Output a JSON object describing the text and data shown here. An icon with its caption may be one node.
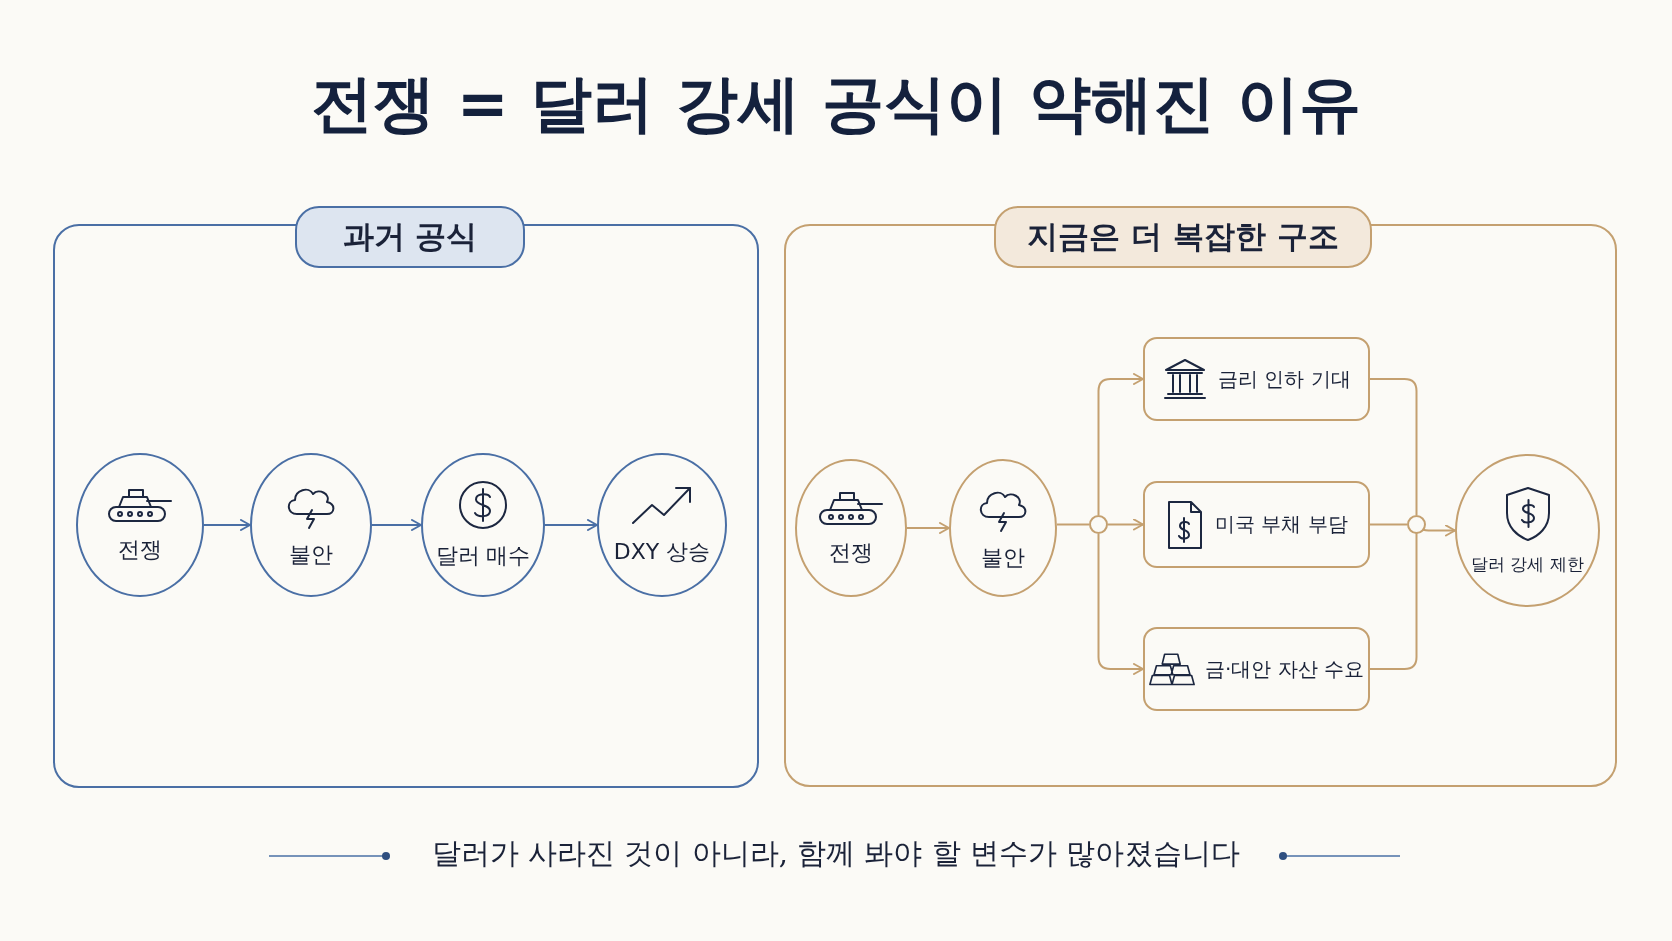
{
  "diagram": {
    "title": "전쟁 = 달러 강세 공식이 약해진 이유",
    "nodes": [
      {
        "text": [
          "과거 공식"
        ]
      },
      {
        "text": [
          "전쟁"
        ],
        "in": 0
      },
      {
        "text": [
          "불안"
        ],
        "in": 0
      },
      {
        "text": [
          "달러 매수"
        ],
        "in": 0
      },
      {
        "text": [
          "DXY 상승"
        ],
        "in": 0
      },
      {
        "text": [
          "지금은 더 복잡한 구조"
        ]
      },
      {
        "text": [
          "전쟁"
        ],
        "in": 5
      },
      {
        "text": [
          "불안"
        ],
        "in": 5
      },
      {
        "text": [],
        "shape": "circle",
        "in": 5
      },
      {
        "text": [
          "금리 인하 기대"
        ],
        "in": 5
      },
      {
        "text": [
          "미국 부채 부담"
        ],
        "in": 5
      },
      {
        "text": [
          "금·대안 자산 수요"
        ],
        "in": 5
      },
      {
        "text": [],
        "shape": "circle",
        "in": 5
      },
      {
        "text": [
          "달러 강세 제한"
        ],
        "in": 5
      }
    ],
    "edges": [
      {
        "from": 1,
        "to": 2,
        "arrow": "to",
        "color": "#4a6fa5"
      },
      {
        "from": 2,
        "to": 3,
        "arrow": "to",
        "color": "#4a6fa5"
      },
      {
        "from": 3,
        "to": 4,
        "arrow": "to",
        "color": "#4a6fa5"
      },
      {
        "from": 6,
        "to": 7,
        "arrow": "to"
      },
      {
        "from": 7,
        "to": 8,
        "arrow": "none"
      },
      {
        "from": 8,
        "to": 9,
        "arrow": "to"
      },
      {
        "from": 8,
        "to": 10,
        "arrow": "to"
      },
      {
        "from": 8,
        "to": 11,
        "arrow": "to"
      },
      {
        "from": 9,
        "to": 12,
        "arrow": "none"
      },
      {
        "from": 10,
        "to": 12,
        "arrow": "none"
      },
      {
        "from": 11,
        "to": 12,
        "arrow": "none"
      },
      {
        "from": 12,
        "to": 13,
        "arrow": "to"
      }
    ],
    "caption": "달러가 사라진 것이 아니라, 함께 봐야 할 변수가 많아졌습니다"
  }
}
